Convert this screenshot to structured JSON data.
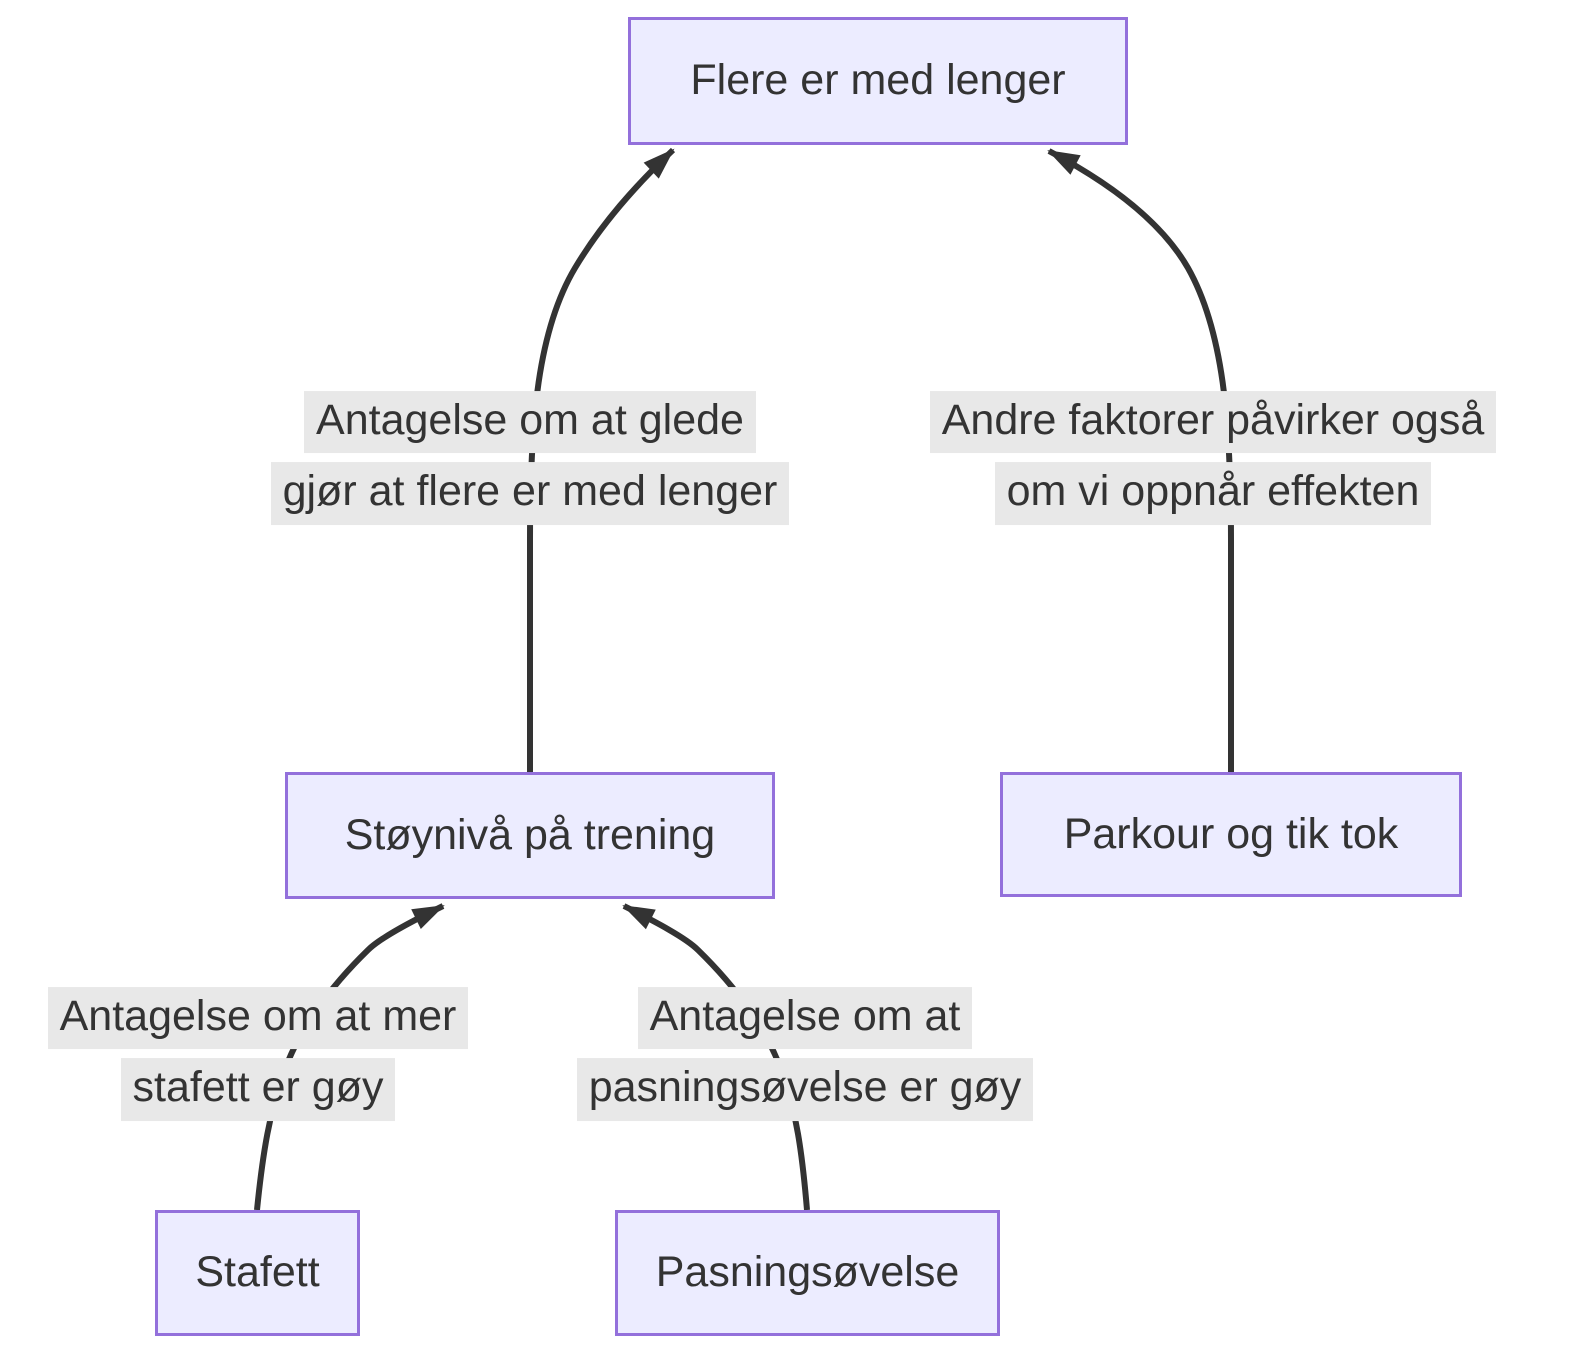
{
  "diagram": {
    "nodes": [
      {
        "id": "flere",
        "label": "Flere er med lenger"
      },
      {
        "id": "stoynivaa",
        "label": "Støynivå på trening"
      },
      {
        "id": "parkour",
        "label": "Parkour og tik tok"
      },
      {
        "id": "stafett",
        "label": "Stafett"
      },
      {
        "id": "pasningsovelse",
        "label": "Pasningsøvelse"
      }
    ],
    "edges": [
      {
        "from": "stoynivaa",
        "to": "flere",
        "label_lines": [
          "Antagelse om at glede",
          "gjør at flere er med lenger"
        ]
      },
      {
        "from": "parkour",
        "to": "flere",
        "label_lines": [
          "Andre faktorer påvirker også",
          "om vi oppnår effekten"
        ]
      },
      {
        "from": "stafett",
        "to": "stoynivaa",
        "label_lines": [
          "Antagelse om at mer",
          "stafett er gøy"
        ]
      },
      {
        "from": "pasningsovelse",
        "to": "stoynivaa",
        "label_lines": [
          "Antagelse om at",
          "pasningsøvelse er gøy"
        ]
      }
    ],
    "colors": {
      "node_fill": "#ECECFF",
      "node_border": "#9370DB",
      "edge_line": "#333333",
      "label_bg": "#e8e8e8",
      "text": "#333333"
    }
  }
}
